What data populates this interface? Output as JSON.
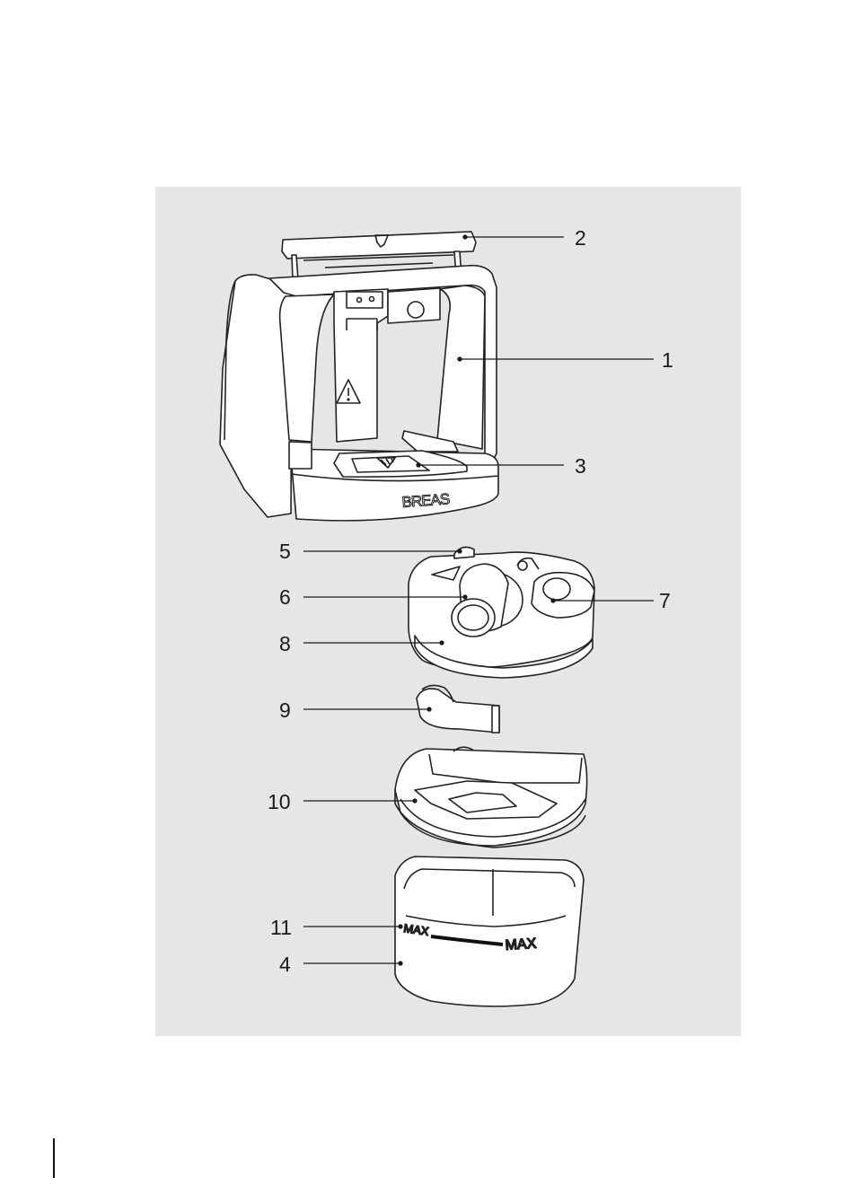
{
  "figure": {
    "background_color": "#e6e6e6",
    "brand_label": "BREAS",
    "max_label_left": "MAX",
    "max_label_right": "MAX"
  },
  "callouts": [
    {
      "number": "1"
    },
    {
      "number": "2"
    },
    {
      "number": "3"
    },
    {
      "number": "4"
    },
    {
      "number": "5"
    },
    {
      "number": "6"
    },
    {
      "number": "7"
    },
    {
      "number": "8"
    },
    {
      "number": "9"
    },
    {
      "number": "10"
    },
    {
      "number": "11"
    }
  ]
}
